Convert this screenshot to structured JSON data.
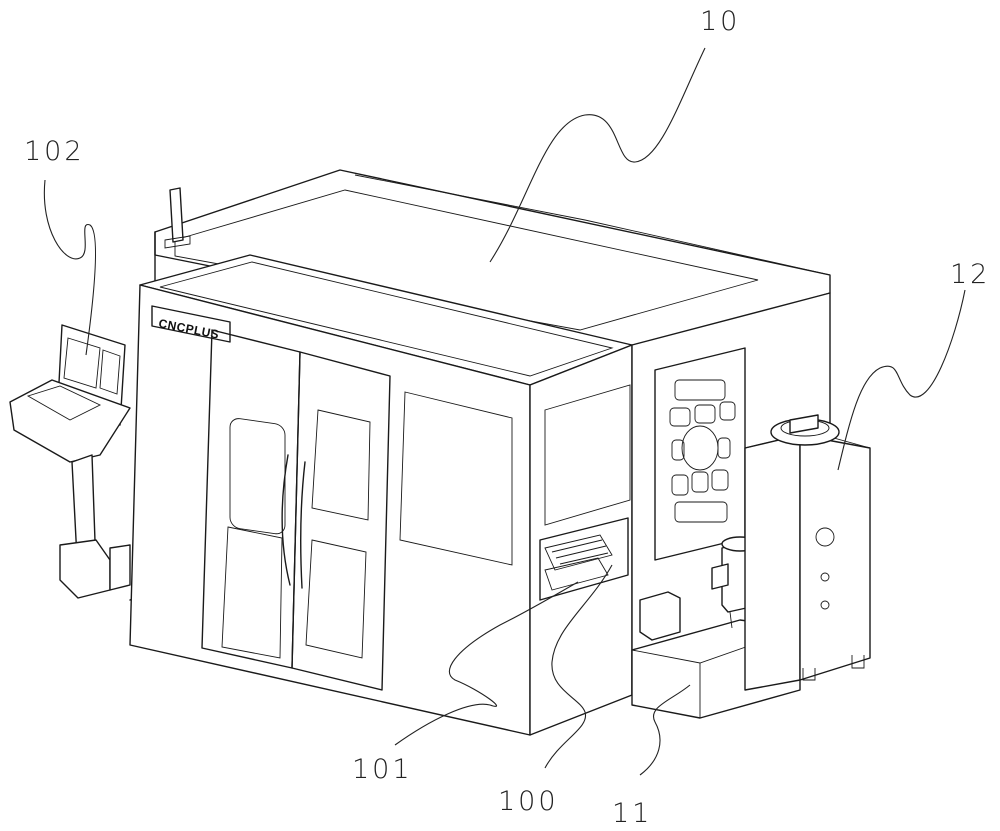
{
  "figure": {
    "brand_plate": "CNCPLUS",
    "labels": {
      "machine": "10",
      "hydraulic_unit": "11",
      "side_cabinet": "12",
      "tray_upper": "100",
      "tray_lower": "101",
      "control_panel": "102"
    }
  }
}
